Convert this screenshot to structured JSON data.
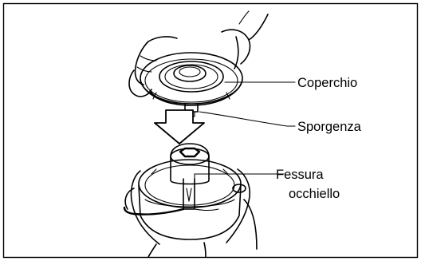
{
  "labels": {
    "cover": "Coperchio",
    "tab": "Sporgenza",
    "slot_line1": "Fessura",
    "slot_line2": "occhiello"
  },
  "colors": {
    "ink": "#000000",
    "background": "#ffffff"
  },
  "icons": {
    "step_arrow": "down-arrow-icon"
  }
}
